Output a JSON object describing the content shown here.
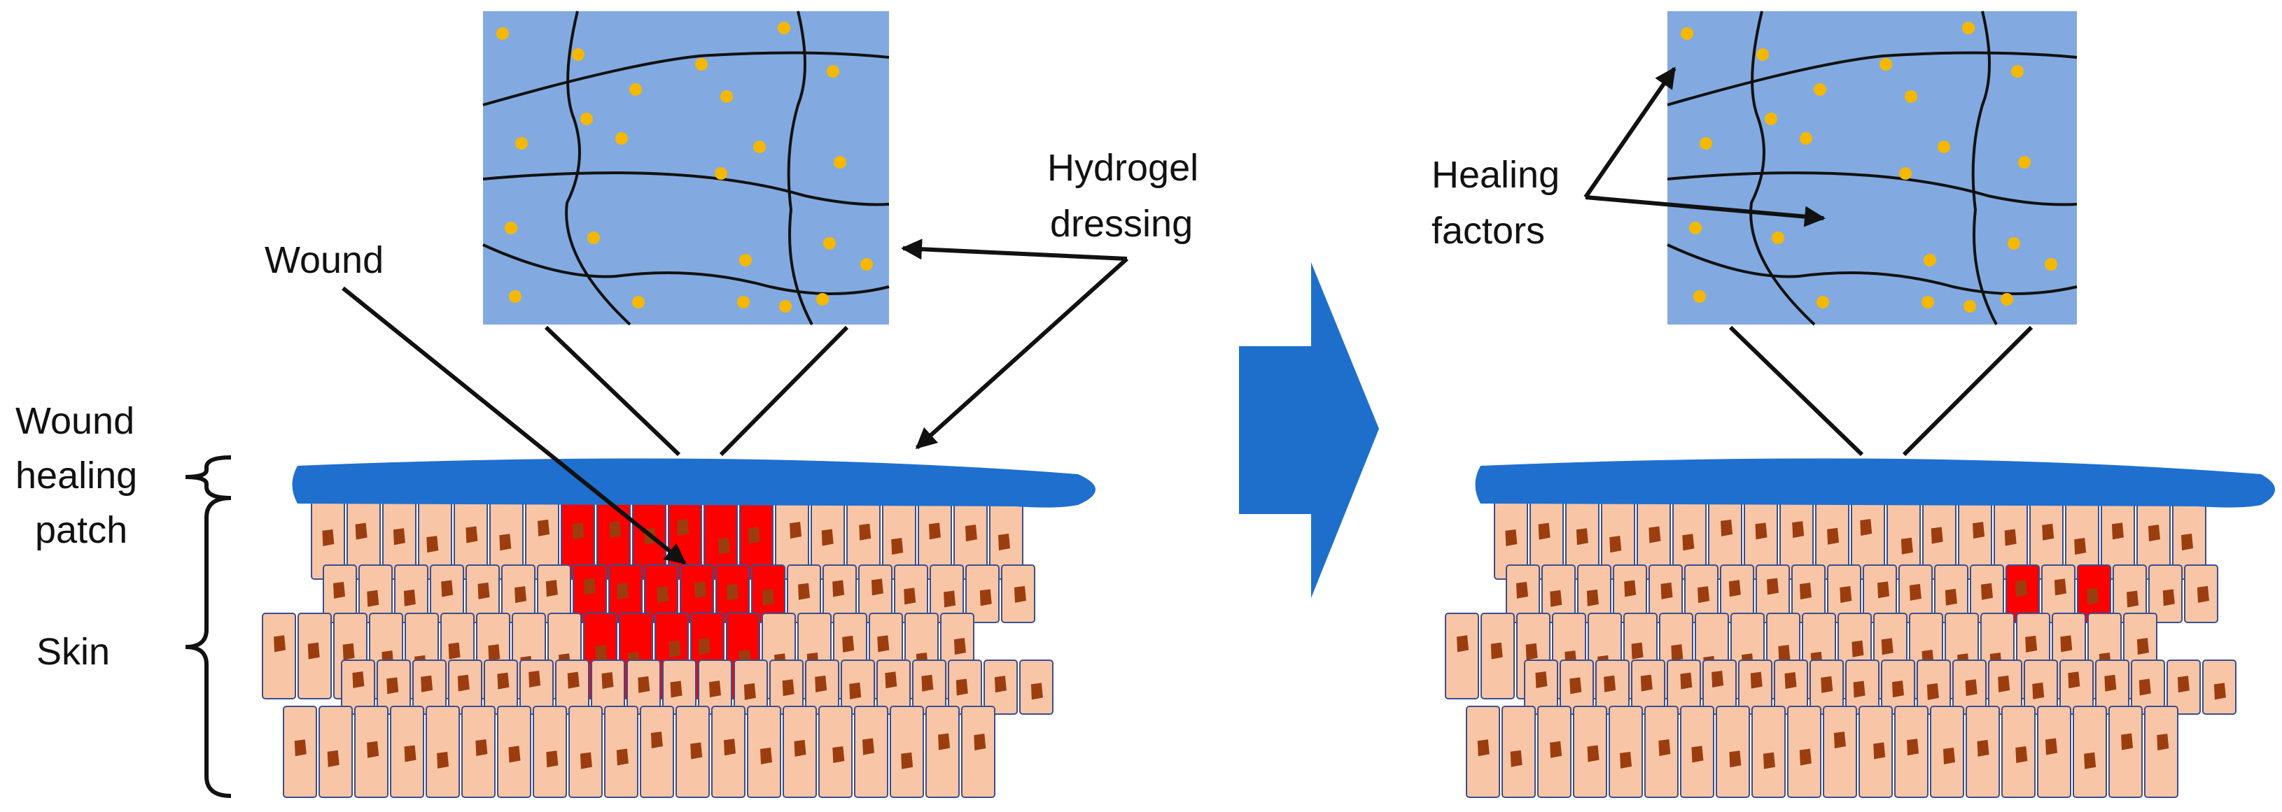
{
  "labels": {
    "wound": "Wound",
    "hydrogel_line1": "Hydrogel",
    "hydrogel_line2": "dressing",
    "patch_line1": "Wound",
    "patch_line2": "healing",
    "patch_line3": "patch",
    "skin": "Skin",
    "healing_line1": "Healing",
    "healing_line2": "factors"
  },
  "colors": {
    "hydrogel_box": "#82aae0",
    "network_line": "#111111",
    "healing_factor": "#f5b800",
    "patch": "#1f6fcf",
    "cell_fill": "#f8c6a6",
    "cell_stroke": "#3a4f8f",
    "nucleus": "#9c3d10",
    "wound": "#ff0000",
    "arrow": "#1e6fcb"
  },
  "icons": {
    "transition": "right-arrow-icon",
    "factor": "healing-factor-dot",
    "cell": "skin-cell"
  }
}
